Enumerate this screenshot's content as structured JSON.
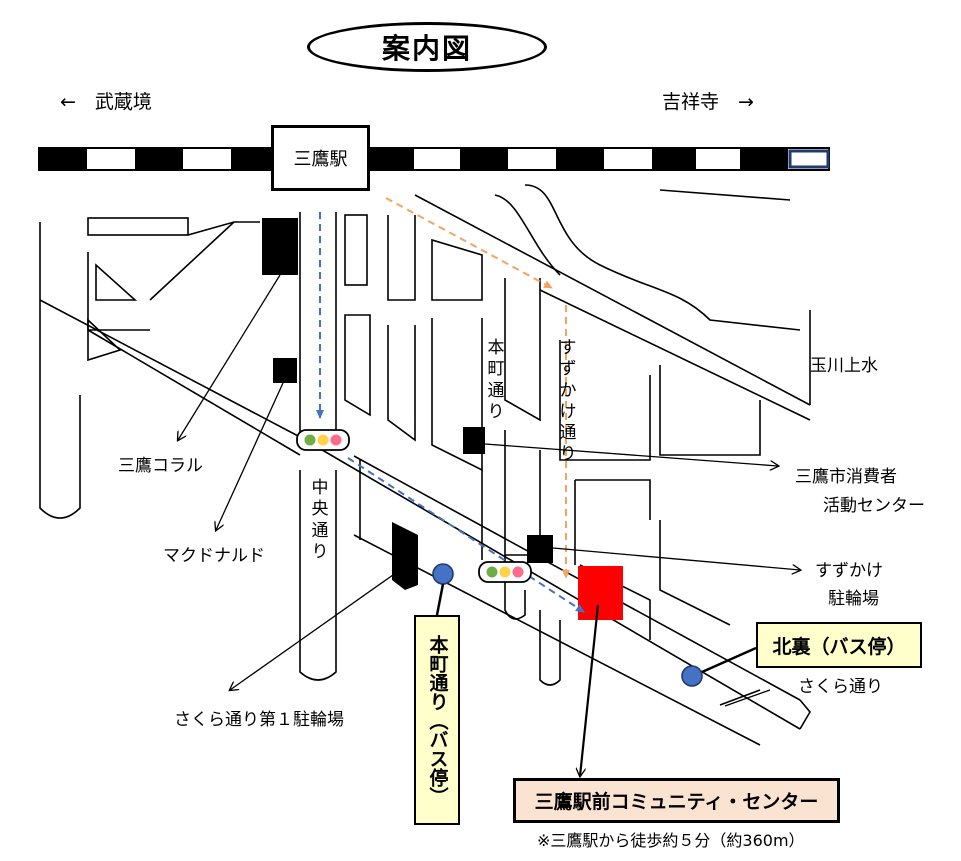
{
  "title": "案内図",
  "station": "三鷹駅",
  "directions": {
    "west": "←　武蔵境",
    "east": "吉祥寺　→"
  },
  "streets": {
    "chuo": "中央通り",
    "honcho": "本町通り",
    "suzukake": "すずかけ通り",
    "sakura": "さくら通り",
    "tamagawa": "玉川上水"
  },
  "landmarks": {
    "coral": "三鷹コラル",
    "mcdonalds": "マクドナルド",
    "sakura_parking": "さくら通り第１駐輪場",
    "consumer_center_line1": "三鷹市消費者",
    "consumer_center_line2": "活動センター",
    "suzukake_parking_line1": "すずかけ",
    "suzukake_parking_line2": "駐輪場"
  },
  "bus_stops": {
    "north": "北裏（バス停）",
    "honcho": "本町通り（バス停）"
  },
  "destination": "三鷹駅前コミュニティ・センター",
  "note": "※三鷹駅から徒歩約５分（約360m）",
  "colors": {
    "destination": "#ff0000",
    "route_chuo": "#4472c4",
    "route_suzukake": "#f4a460",
    "bus_stop": "#4472c4",
    "destination_box": "#fbe3d1",
    "bus_box": "#ffffcc"
  },
  "icons": [
    "railway-track",
    "traffic-light-icon",
    "bus-stop-icon",
    "arrow-icon"
  ]
}
